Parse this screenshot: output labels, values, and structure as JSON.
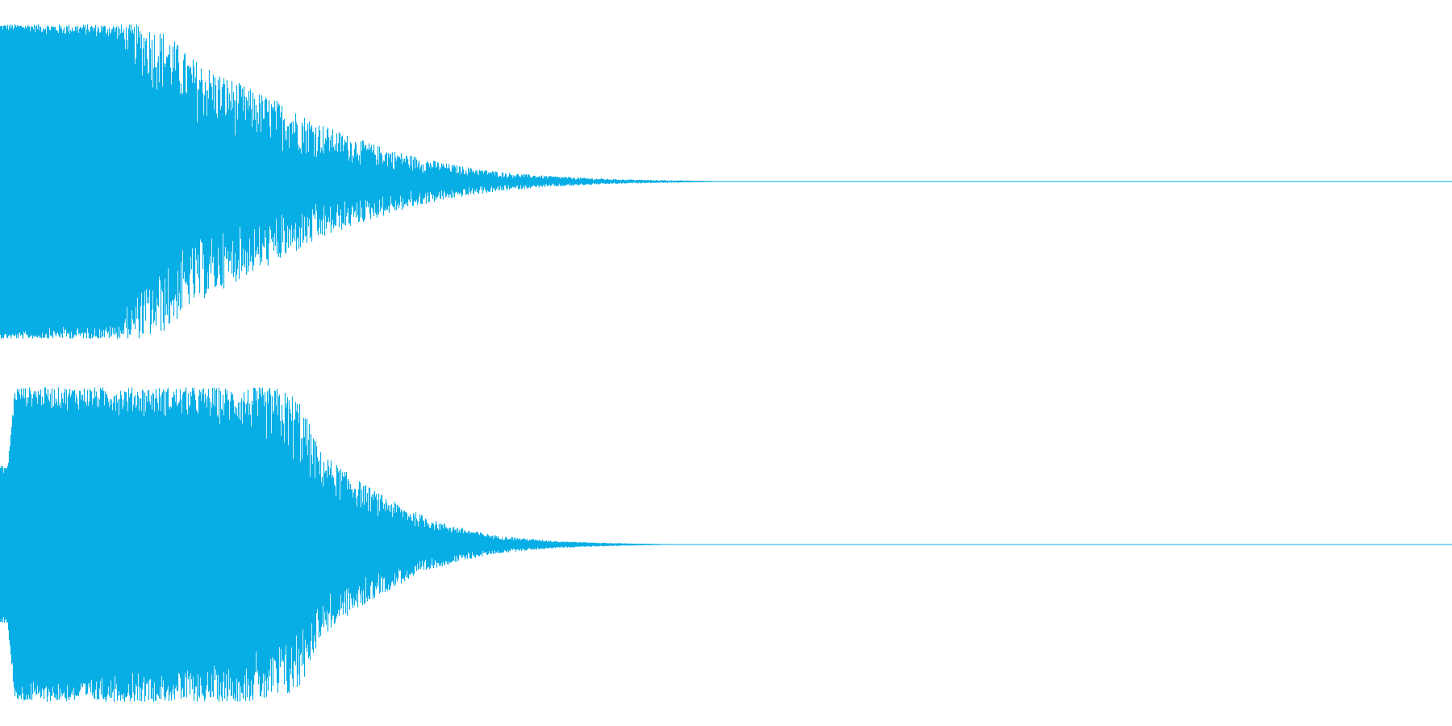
{
  "colors": {
    "background": "#ffffff",
    "waveform": "#06aee5"
  },
  "chart_data": {
    "type": "area",
    "description_free": true,
    "x_unit": "fraction_of_clip",
    "ylim": [
      -1,
      1
    ],
    "grid": false,
    "legend": "none",
    "channels": [
      {
        "x": [
          0.0,
          0.02,
          0.04,
          0.06,
          0.08,
          0.1,
          0.115,
          0.13,
          0.15,
          0.17,
          0.19,
          0.21,
          0.23,
          0.25,
          0.27,
          0.29,
          0.31,
          0.33,
          0.35,
          0.37,
          0.39,
          0.41,
          0.43,
          0.45,
          0.47,
          0.49,
          0.5,
          1.0
        ],
        "peak": [
          1.0,
          1.0,
          1.0,
          1.0,
          1.0,
          1.0,
          0.95,
          0.8,
          0.7,
          0.6,
          0.52,
          0.42,
          0.33,
          0.26,
          0.2,
          0.15,
          0.11,
          0.08,
          0.055,
          0.04,
          0.03,
          0.02,
          0.014,
          0.01,
          0.007,
          0.004,
          0.0,
          0.0
        ],
        "floor": [
          0.95,
          0.95,
          0.92,
          0.92,
          0.9,
          0.6,
          0.5,
          0.38,
          0.3,
          0.25,
          0.2,
          0.15,
          0.12,
          0.09,
          0.07,
          0.05,
          0.04,
          0.03,
          0.02,
          0.015,
          0.01,
          0.007,
          0.005,
          0.003,
          0.002,
          0.001,
          0.0,
          0.0
        ]
      },
      {
        "x": [
          0.0,
          0.005,
          0.01,
          0.03,
          0.05,
          0.08,
          0.11,
          0.14,
          0.17,
          0.19,
          0.205,
          0.22,
          0.24,
          0.26,
          0.28,
          0.3,
          0.32,
          0.34,
          0.36,
          0.38,
          0.4,
          0.42,
          0.44,
          0.46,
          0.47,
          1.0
        ],
        "peak": [
          0.5,
          0.5,
          1.0,
          1.0,
          1.0,
          1.0,
          1.0,
          1.0,
          1.0,
          1.0,
          0.95,
          0.6,
          0.45,
          0.33,
          0.23,
          0.15,
          0.1,
          0.06,
          0.04,
          0.025,
          0.016,
          0.01,
          0.006,
          0.003,
          0.0,
          0.0
        ],
        "floor": [
          0.45,
          0.45,
          0.88,
          0.85,
          0.85,
          0.82,
          0.8,
          0.78,
          0.7,
          0.6,
          0.45,
          0.32,
          0.24,
          0.17,
          0.12,
          0.08,
          0.05,
          0.03,
          0.02,
          0.012,
          0.008,
          0.005,
          0.003,
          0.001,
          0.0,
          0.0
        ]
      }
    ]
  }
}
